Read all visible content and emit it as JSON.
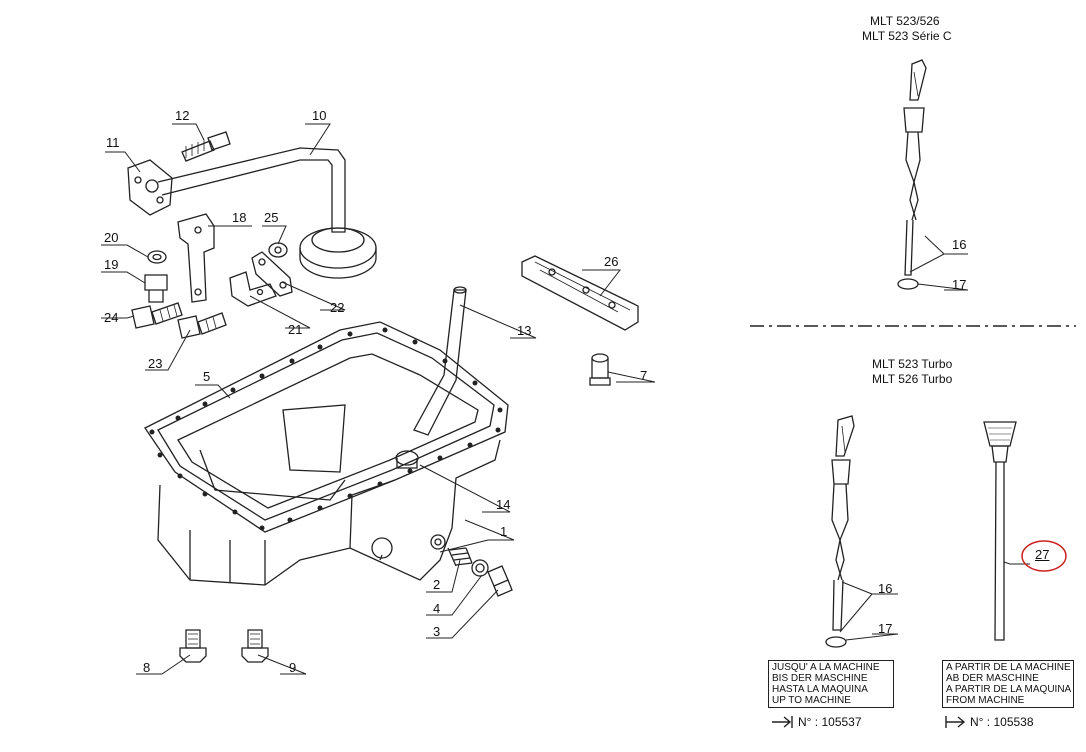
{
  "variants": {
    "top": [
      "MLT 523/526",
      "MLT 523 Série C"
    ],
    "bottom": [
      "MLT 523 Turbo",
      "MLT 526 Turbo"
    ]
  },
  "callouts": {
    "c1": "1",
    "c2": "2",
    "c3": "3",
    "c4": "4",
    "c5": "5",
    "c7": "7",
    "c8": "8",
    "c9": "9",
    "c10": "10",
    "c11": "11",
    "c12": "12",
    "c13": "13",
    "c14": "14",
    "c16a": "16",
    "c17a": "17",
    "c16b": "16",
    "c17b": "17",
    "c18": "18",
    "c19": "19",
    "c20": "20",
    "c21": "21",
    "c22": "22",
    "c23": "23",
    "c24": "24",
    "c25": "25",
    "c26": "26",
    "c27": "27"
  },
  "until_box": [
    "JUSQU' A LA MACHINE",
    "BIS DER MASCHINE",
    "HASTA LA MAQUINA",
    "UP TO MACHINE"
  ],
  "from_box": [
    "A PARTIR DE LA MACHINE",
    "AB DER MASCHINE",
    "A PARTIR DE LA MAQUINA",
    "FROM MACHINE"
  ],
  "until_serial": "N° : 105537",
  "from_serial": "N° : 105538",
  "highlight_color": "#cc2222"
}
